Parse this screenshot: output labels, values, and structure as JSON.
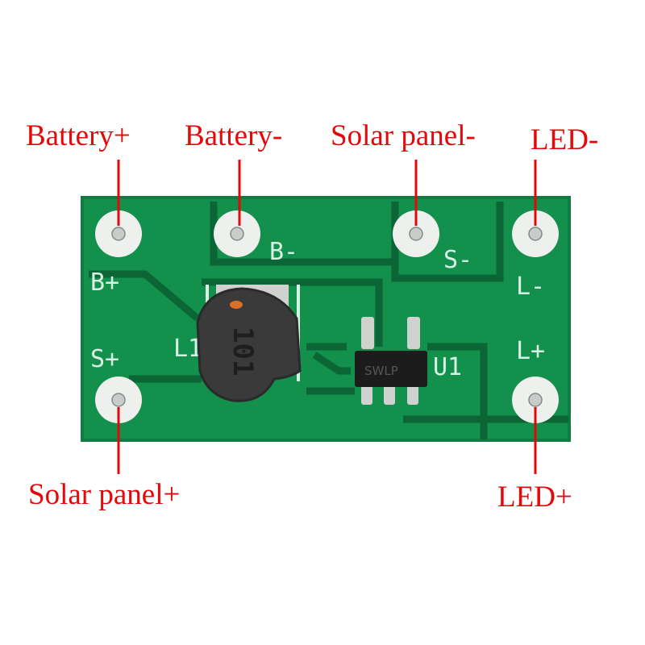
{
  "labels": {
    "battery_plus": "Battery+",
    "battery_minus": "Battery-",
    "solar_minus": "Solar panel-",
    "led_minus": "LED-",
    "solar_plus": "Solar panel+",
    "led_plus": "LED+"
  },
  "silkscreen": {
    "b_plus": "B+",
    "b_minus": "B-",
    "s_minus": "S-",
    "l_minus": "L-",
    "s_plus": "S+",
    "l_plus": "L+",
    "l1": "L1",
    "u1": "U1"
  },
  "components": {
    "inductor_marking": "101",
    "chip_marking": "SWLP"
  },
  "colors": {
    "label": "#e4080a",
    "board": "#11894a",
    "trace": "#0d6e3a",
    "silk": "#d8f2e6"
  }
}
